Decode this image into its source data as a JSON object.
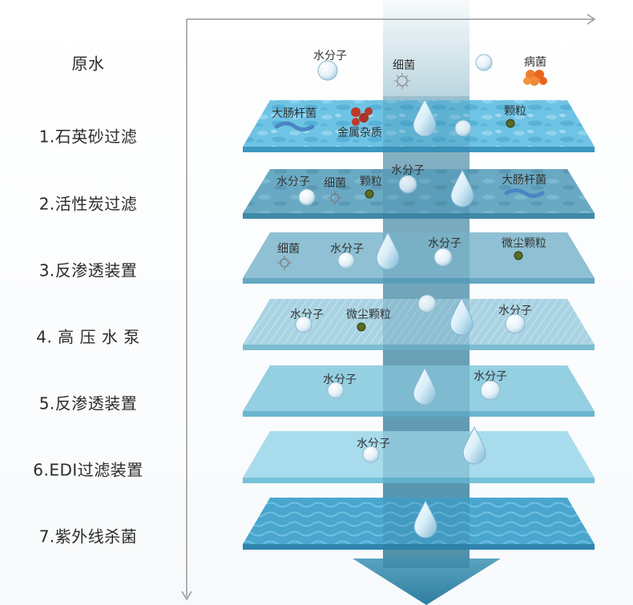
{
  "stages": [
    {
      "label": "原水"
    },
    {
      "label": "1.石英砂过滤"
    },
    {
      "label": "2.活性炭过滤"
    },
    {
      "label": "3.反渗透装置"
    },
    {
      "label": "4. 高 压 水 泵"
    },
    {
      "label": "5.反渗透装置"
    },
    {
      "label": "6.EDI过滤装置"
    },
    {
      "label": "7.紫外线杀菌"
    }
  ],
  "raw": {
    "water": "水分子",
    "bacteria": "细菌",
    "pathogen": "病菌"
  },
  "layer1": {
    "ecoli": "大肠杆菌",
    "metal": "金属杂质",
    "particle": "颗粒"
  },
  "layer2": {
    "water": "水分子",
    "bacteria": "细菌",
    "particle": "颗粒",
    "water2": "水分子",
    "ecoli": "大肠杆菌"
  },
  "layer3": {
    "bacteria": "细菌",
    "water": "水分子",
    "water2": "水分子",
    "dust": "微尘颗粒"
  },
  "layer4": {
    "water": "水分子",
    "dust": "微尘颗粒",
    "water2": "水分子"
  },
  "layer5": {
    "water": "水分子",
    "water2": "水分子"
  },
  "layer6": {
    "water": "水分子"
  },
  "colors": {
    "layer1": "#6bbfe0",
    "layer2": "#6aaac4",
    "layer3": "#8fc0d3",
    "layer4": "#a9d3e2",
    "layer5": "#95cfe2",
    "layer6": "#a8dcec",
    "layer7": "#4aa6cf",
    "beam": "#3d8aa8",
    "axis": "#999999"
  }
}
